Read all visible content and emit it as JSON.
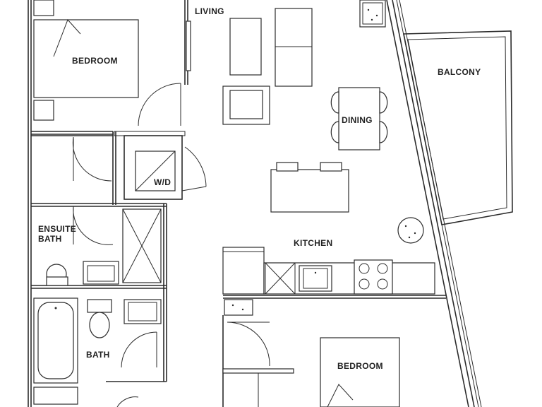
{
  "rooms": {
    "living": "LIVING",
    "bedroom_top": "BEDROOM",
    "balcony": "BALCONY",
    "dining": "DINING",
    "wd": "W/D",
    "ensuite_line1": "ENSUITE",
    "ensuite_line2": "BATH",
    "kitchen": "KITCHEN",
    "bath": "BATH",
    "bedroom_bottom": "BEDROOM"
  }
}
